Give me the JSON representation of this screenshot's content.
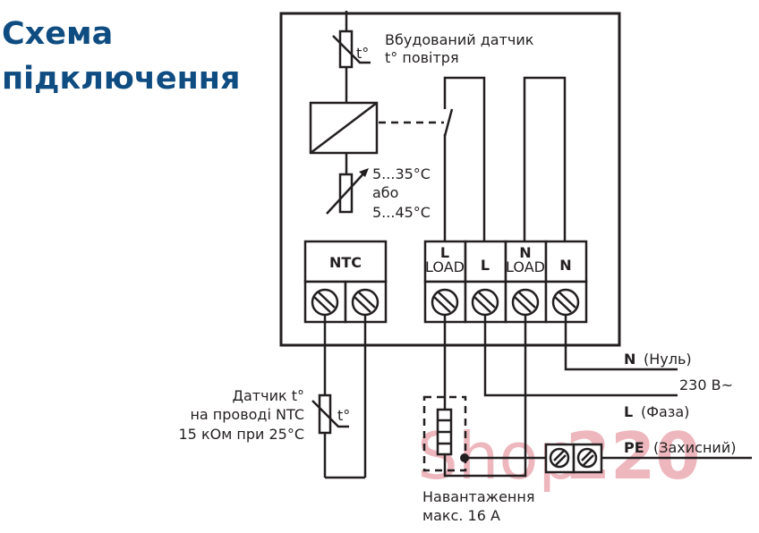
{
  "title": {
    "line1": "Схема",
    "line2": "підключення",
    "color": "#0f4c81"
  },
  "internal": {
    "air_sensor_label_1": "Вбудований датчик",
    "air_sensor_label_2": "t° повітря",
    "air_sensor_symbol": "t°",
    "range_1": "5...35°C",
    "range_or": "або",
    "range_2": "5...45°C"
  },
  "terminals": {
    "ntc_label": "NTC",
    "power": [
      {
        "top": "L",
        "bottom": "LOAD"
      },
      {
        "top": "L",
        "bottom": ""
      },
      {
        "top": "N",
        "bottom": "LOAD"
      },
      {
        "top": "N",
        "bottom": ""
      }
    ]
  },
  "external": {
    "ntc_sensor_1": "Датчик t°",
    "ntc_sensor_2": "на проводі NTC",
    "ntc_sensor_3": "15 кОм при 25°C",
    "ntc_symbol": "t°",
    "n_label_bold": "N",
    "n_label": "(Нуль)",
    "voltage": "230 В~",
    "l_label_bold": "L",
    "l_label": "(Фаза)",
    "pe_label_bold": "PE",
    "pe_label": "(Захисний)",
    "load_1": "Навантаження",
    "load_2": "макс. 16 А"
  },
  "watermark": {
    "part1": "Shop",
    "part2": "220",
    "color": "#e8a0a8"
  }
}
